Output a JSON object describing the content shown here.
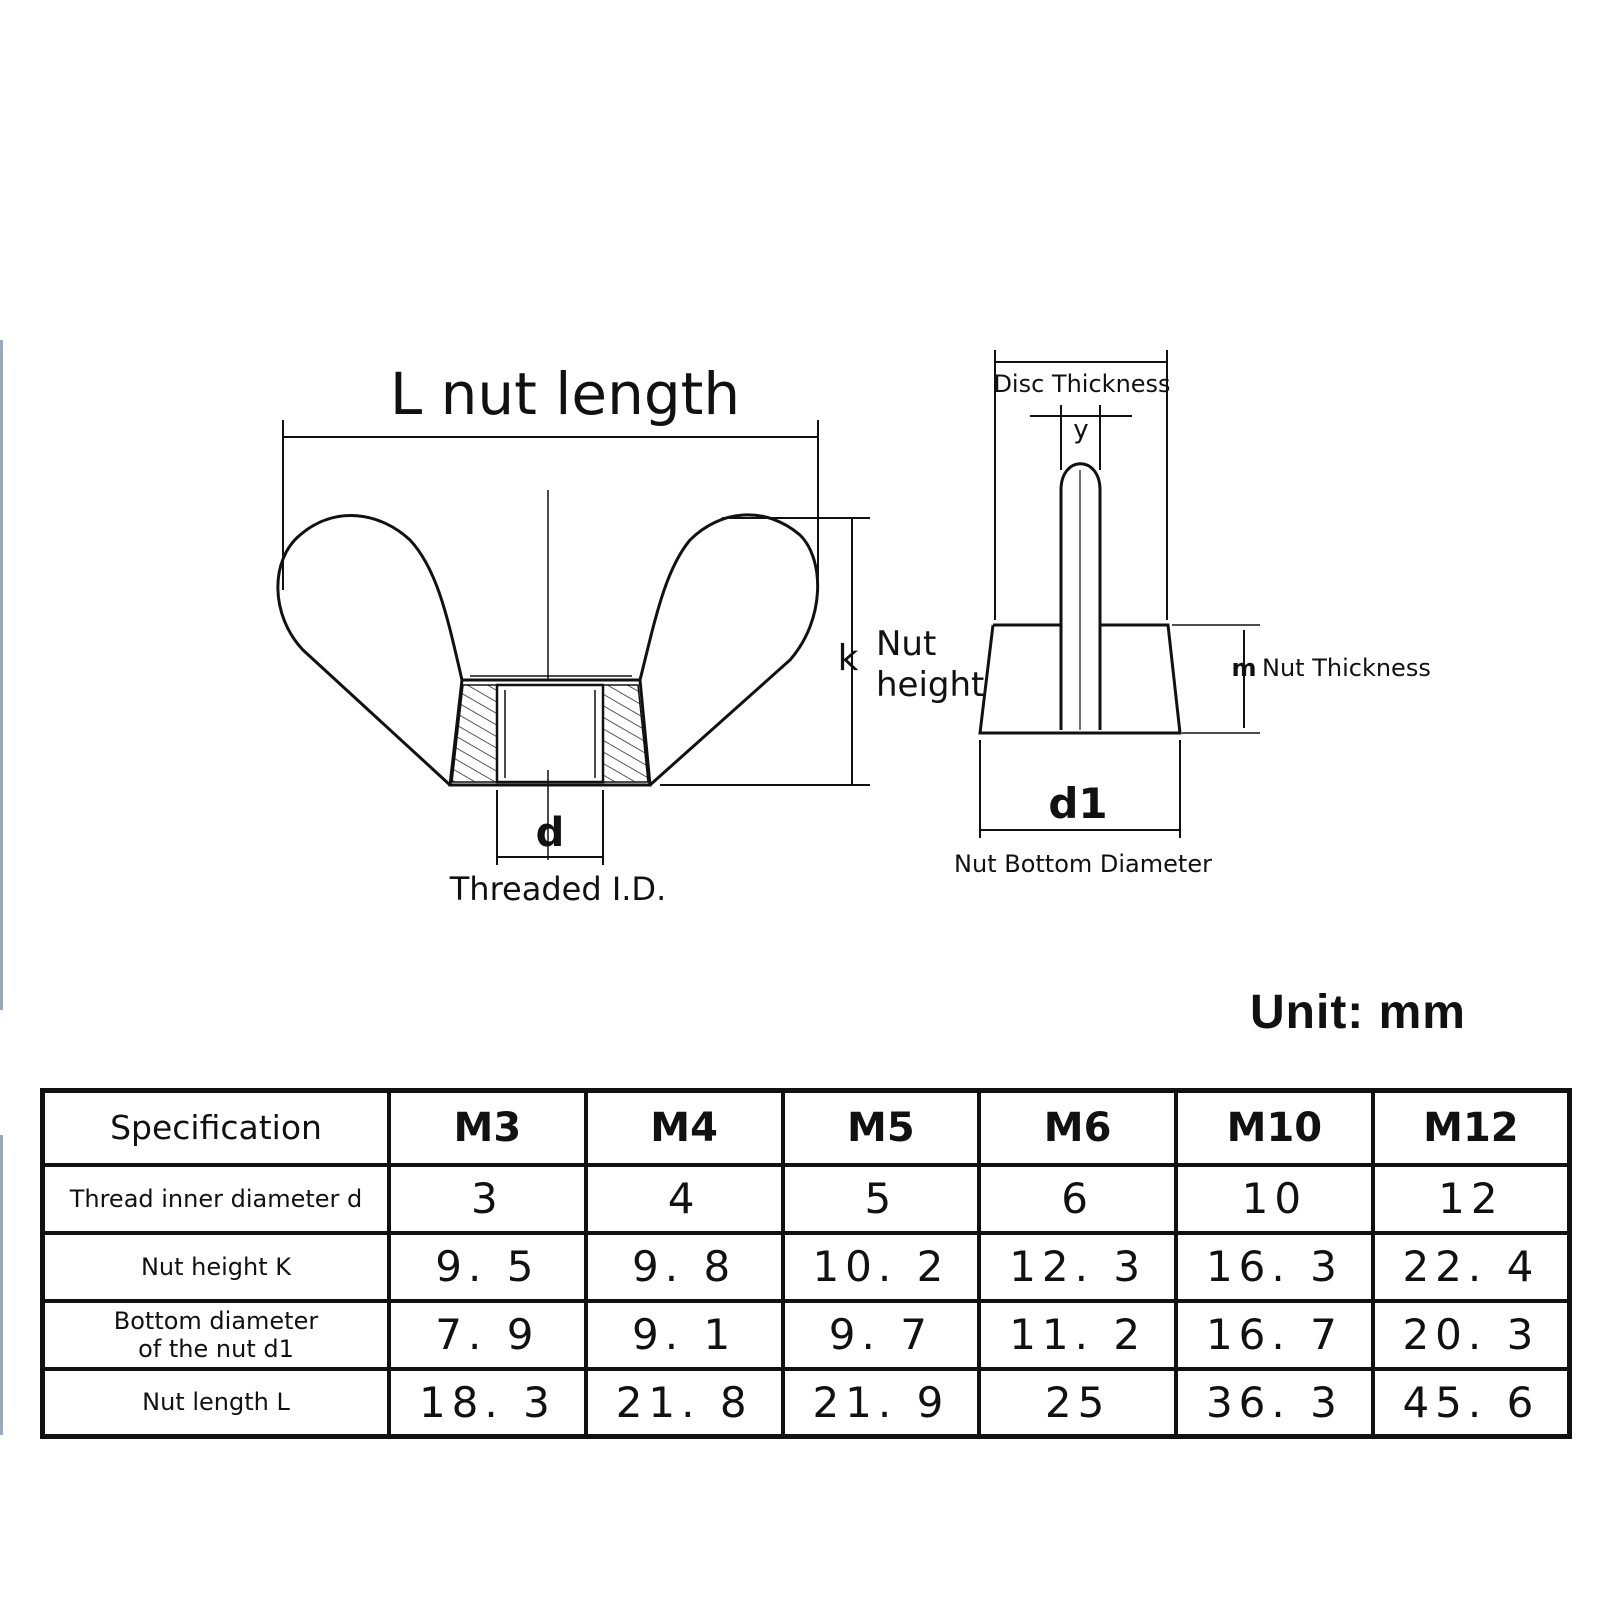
{
  "diagram": {
    "front_view": {
      "length_label": "L nut length",
      "k_symbol": "k",
      "height_label_1": "Nut",
      "height_label_2": "height",
      "d_symbol": "d",
      "threaded_label": "Threaded I.D."
    },
    "side_view": {
      "disc_label": "Disc Thickness",
      "y_symbol": "y",
      "m_symbol": "m",
      "thickness_label": "Nut Thickness",
      "d1_symbol": "d1",
      "bottom_label": "Nut Bottom Diameter"
    }
  },
  "unit_label": "Unit: mm",
  "table": {
    "header": {
      "label": "Specification",
      "sizes": [
        "M3",
        "M4",
        "M5",
        "M6",
        "M10",
        "M12"
      ]
    },
    "rows": [
      {
        "label": "Thread inner diameter d",
        "values": [
          "3",
          "4",
          "5",
          "6",
          "10",
          "12"
        ]
      },
      {
        "label": "Nut height K",
        "values": [
          "9. 5",
          "9. 8",
          "10. 2",
          "12. 3",
          "16. 3",
          "22. 4"
        ]
      },
      {
        "label_line1": "Bottom diameter",
        "label_line2": "of the nut d1",
        "values": [
          "7. 9",
          "9. 1",
          "9. 7",
          "11. 2",
          "16. 7",
          "20. 3"
        ]
      },
      {
        "label": "Nut length L",
        "values": [
          "18. 3",
          "21. 8",
          "21. 9",
          "25",
          "36. 3",
          "45. 6"
        ]
      }
    ]
  }
}
